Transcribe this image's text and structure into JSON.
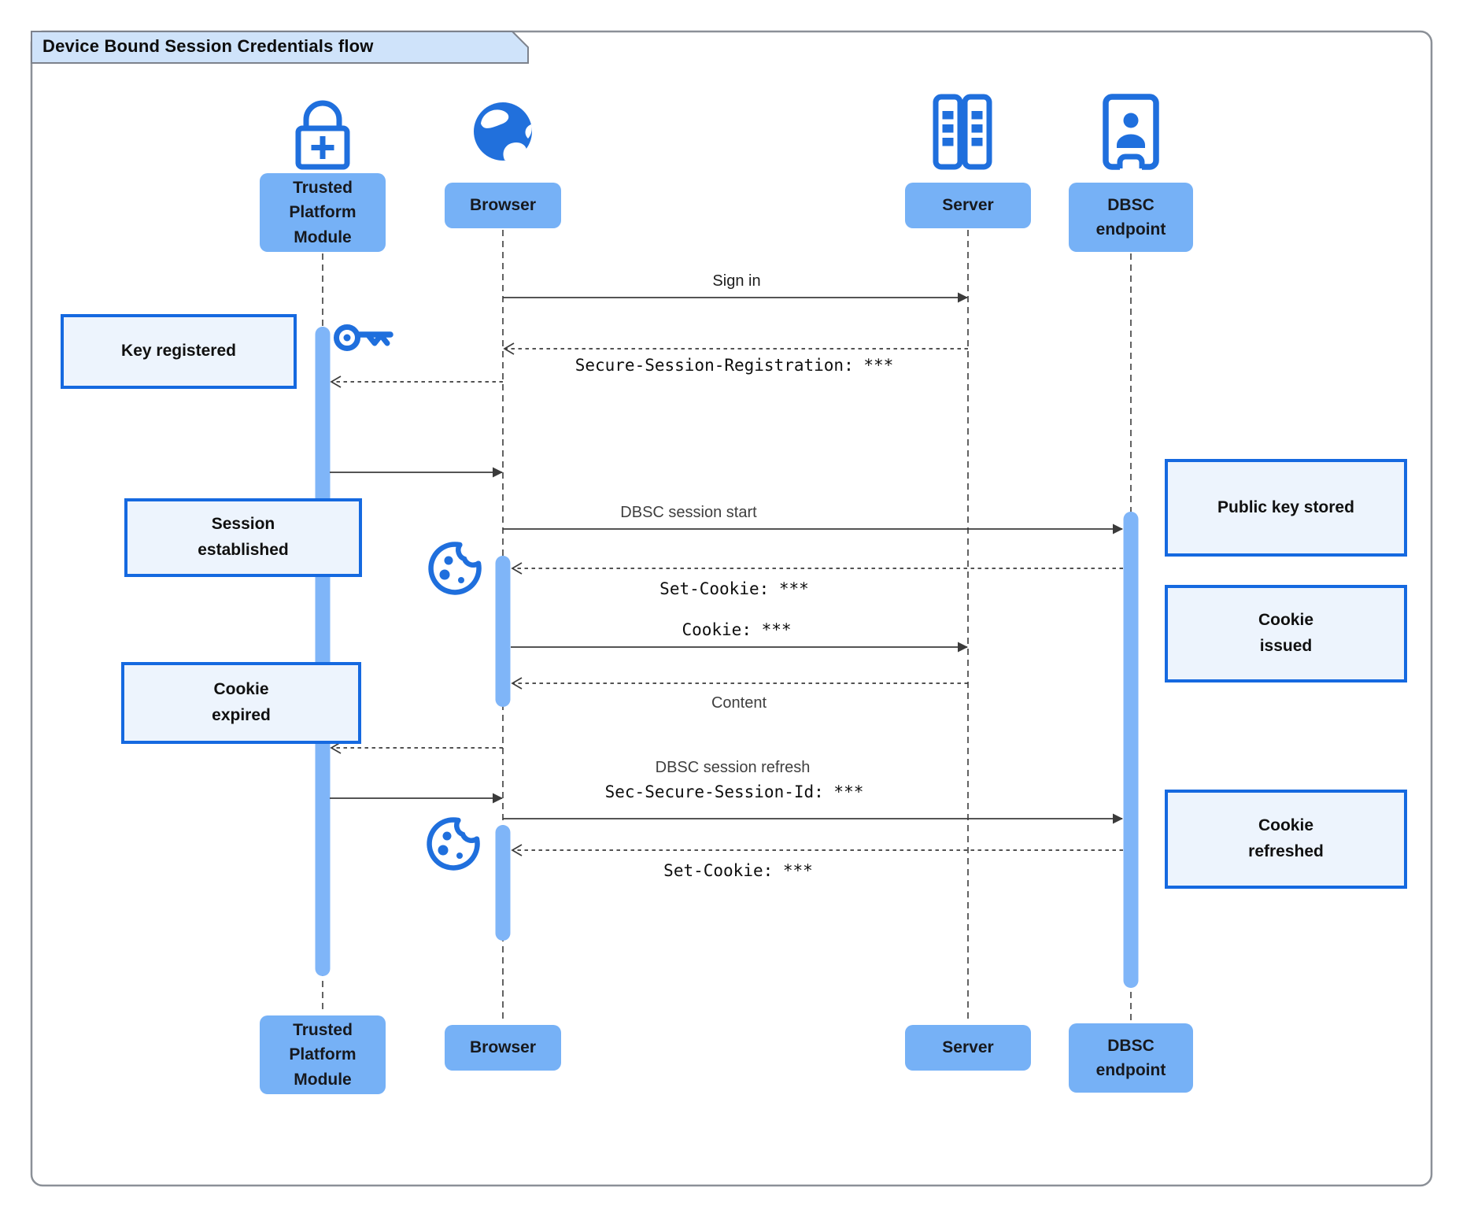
{
  "title": "Device Bound Session Credentials flow",
  "colors": {
    "accent_blue": "#1f6fdd",
    "actor_label_fill": "#76b1f6",
    "activation_fill": "#7fb5f8",
    "note_fill": "#edf4fd",
    "note_border": "#1569e0",
    "title_tag_fill": "#cfe3fa",
    "frame_border": "#8b9097",
    "arrow_color": "#3b3b3b"
  },
  "actors": {
    "tpm": {
      "label": "Trusted\nPlatform\nModule",
      "icon": "lock-plus-icon"
    },
    "browser": {
      "label": "Browser",
      "icon": "globe-icon"
    },
    "server": {
      "label": "Server",
      "icon": "server-stack-icon"
    },
    "dbsc": {
      "label": "DBSC\nendpoint",
      "icon": "person-booth-icon"
    }
  },
  "messages": [
    {
      "id": "sign-in",
      "from": "Browser",
      "to": "Server",
      "style": "solid",
      "label": "Sign in"
    },
    {
      "id": "secure-session-registration",
      "from": "Server",
      "to": "Browser",
      "style": "dashed",
      "label": "Secure-Session-Registration: ***",
      "font": "mono"
    },
    {
      "id": "register-key",
      "from": "Browser",
      "to": "Trusted Platform Module",
      "style": "dashed",
      "label": ""
    },
    {
      "id": "key-ready",
      "from": "Trusted Platform Module",
      "to": "Browser",
      "style": "solid",
      "label": ""
    },
    {
      "id": "dbsc-session-start",
      "from": "Browser",
      "to": "DBSC endpoint",
      "style": "solid",
      "label": "DBSC session start"
    },
    {
      "id": "set-cookie-1",
      "from": "DBSC endpoint",
      "to": "Browser",
      "style": "dashed",
      "label": "Set-Cookie: ***",
      "font": "mono"
    },
    {
      "id": "cookie",
      "from": "Browser",
      "to": "Server",
      "style": "solid",
      "label": "Cookie: ***",
      "font": "mono"
    },
    {
      "id": "content",
      "from": "Server",
      "to": "Browser",
      "style": "dashed",
      "label": "Content"
    },
    {
      "id": "refresh-challenge",
      "from": "Browser",
      "to": "Trusted Platform Module",
      "style": "dashed",
      "label": ""
    },
    {
      "id": "refresh-signature",
      "from": "Trusted Platform Module",
      "to": "Browser",
      "style": "solid",
      "label": ""
    },
    {
      "id": "dbsc-session-refresh",
      "from": "Browser",
      "to": "DBSC endpoint",
      "style": "solid",
      "label": "DBSC session refresh",
      "label2": "Sec-Secure-Session-Id: ***",
      "font2": "mono"
    },
    {
      "id": "set-cookie-2",
      "from": "DBSC endpoint",
      "to": "Browser",
      "style": "dashed",
      "label": "Set-Cookie: ***",
      "font": "mono"
    }
  ],
  "notes": [
    {
      "id": "key-registered",
      "label": "Key registered"
    },
    {
      "id": "session-established",
      "label": "Session\nestablished"
    },
    {
      "id": "cookie-expired",
      "label": "Cookie\nexpired"
    },
    {
      "id": "public-key-stored",
      "label": "Public key stored"
    },
    {
      "id": "cookie-issued",
      "label": "Cookie\nissued"
    },
    {
      "id": "cookie-refreshed",
      "label": "Cookie\nrefreshed"
    }
  ]
}
